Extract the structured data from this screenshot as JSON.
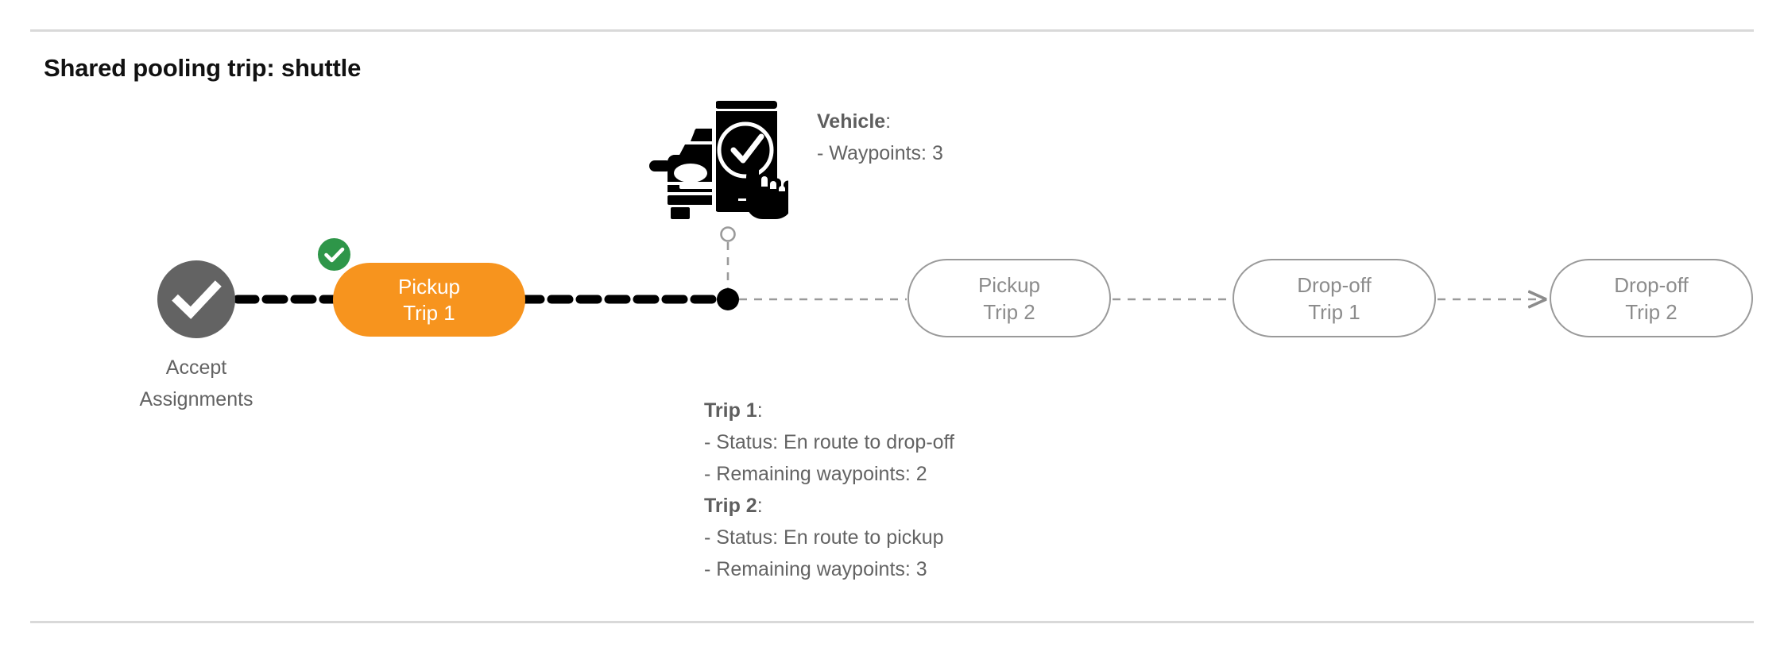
{
  "page": {
    "title": "Shared pooling trip: shuttle",
    "accent_orange": "#F7941E",
    "done_green": "#2e9649",
    "node_gray": "#636363",
    "pill_border_gray": "#9a9a9a",
    "divider_gray": "#d9d9d9"
  },
  "flow": {
    "start_node": {
      "icon": "check-circle-icon",
      "label_line1": "Accept",
      "label_line2": "Assignments"
    },
    "active_step": {
      "badge_icon": "check-badge-icon",
      "label_line1": "Pickup",
      "label_line2": "Trip 1",
      "state": "completed"
    },
    "upcoming_steps": [
      {
        "label_line1": "Pickup",
        "label_line2": "Trip 2"
      },
      {
        "label_line1": "Drop-off",
        "label_line2": "Trip 1"
      },
      {
        "label_line1": "Drop-off",
        "label_line2": "Trip 2"
      }
    ],
    "vehicle_marker": {
      "icon": "vehicle-phone-check-icon",
      "position_dot": "current-position-dot"
    }
  },
  "annotations": {
    "vehicle": {
      "heading": "Vehicle",
      "heading_colon": ":",
      "lines": [
        "- Waypoints: 3"
      ]
    },
    "trips": [
      {
        "heading": "Trip 1",
        "heading_colon": ":",
        "status_line": "- Status:  En route to drop-off",
        "waypoints_line": "- Remaining waypoints: 2"
      },
      {
        "heading": "Trip 2",
        "heading_colon": ":",
        "status_line": "- Status:  En route to pickup",
        "waypoints_line": "- Remaining waypoints: 3"
      }
    ]
  }
}
